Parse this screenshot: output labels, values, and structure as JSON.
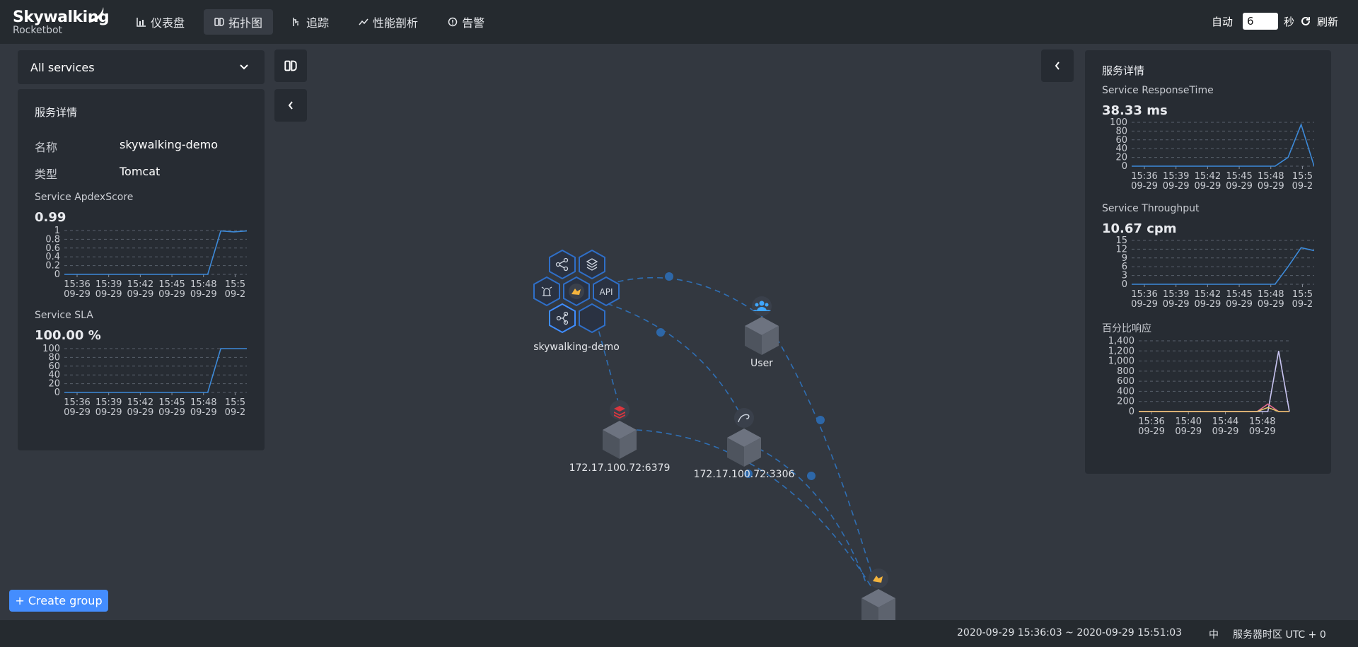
{
  "brand": {
    "name": "Skywalking",
    "sub": "Rocketbot"
  },
  "nav": [
    {
      "label": "仪表盘",
      "icon": "bar-chart-icon"
    },
    {
      "label": "拓扑图",
      "icon": "topology-icon"
    },
    {
      "label": "追踪",
      "icon": "trace-icon"
    },
    {
      "label": "性能剖析",
      "icon": "trend-icon"
    },
    {
      "label": "告警",
      "icon": "alarm-icon"
    }
  ],
  "header": {
    "auto": "自动",
    "interval": "6",
    "unit": "秒",
    "refresh": "刷新"
  },
  "selector": {
    "value": "All services"
  },
  "left": {
    "title": "服务详情",
    "name_key": "名称",
    "name_val": "skywalking-demo",
    "type_key": "类型",
    "type_val": "Tomcat",
    "apdex_title": "Service ApdexScore",
    "apdex_val": "0.99",
    "sla_title": "Service SLA",
    "sla_val": "100.00 %"
  },
  "right": {
    "title": "服务详情",
    "resp_title": "Service ResponseTime",
    "resp_val": "38.33 ms",
    "tp_title": "Service Throughput",
    "tp_val": "10.67 cpm",
    "pct_title": "百分比响应"
  },
  "topology": {
    "nodes": [
      "skywalking-demo",
      "User",
      "172.17.100.72:6379",
      "172.17.100.72:3306"
    ]
  },
  "footer": {
    "range": "2020-09-29 15:36:03 ~ 2020-09-29 15:51:03",
    "lang": "中",
    "tz": "服务器时区 UTC + 0"
  },
  "create_group": "+ Create group",
  "colors": {
    "line": "#3d8ad9",
    "accent": "#448dfe",
    "bg": "#333840",
    "panel": "#272c33"
  },
  "chart_data": [
    {
      "type": "line",
      "title": "Service ApdexScore",
      "ylim": [
        0,
        1
      ],
      "yticks": [
        "0",
        "0.2",
        "0.4",
        "0.6",
        "0.8",
        "1"
      ],
      "categories": [
        "15:36\n09-29",
        "15:39\n09-29",
        "15:42\n09-29",
        "15:45\n09-29",
        "15:48\n09-29",
        "15:5\n09-2"
      ],
      "values": [
        0,
        0,
        0,
        0,
        0,
        0,
        0,
        0,
        0,
        0,
        0,
        0,
        0.99,
        0.97,
        0.99
      ]
    },
    {
      "type": "line",
      "title": "Service SLA",
      "ylim": [
        0,
        100
      ],
      "yticks": [
        "0",
        "20",
        "40",
        "60",
        "80",
        "100"
      ],
      "categories": [
        "15:36\n09-29",
        "15:39\n09-29",
        "15:42\n09-29",
        "15:45\n09-29",
        "15:48\n09-29",
        "15:5\n09-2"
      ],
      "values": [
        0,
        0,
        0,
        0,
        0,
        0,
        0,
        0,
        0,
        0,
        0,
        0,
        100,
        100,
        100
      ]
    },
    {
      "type": "line",
      "title": "Service ResponseTime",
      "ylim": [
        0,
        100
      ],
      "yticks": [
        "0",
        "20",
        "40",
        "60",
        "80",
        "100"
      ],
      "categories": [
        "15:36\n09-29",
        "15:39\n09-29",
        "15:42\n09-29",
        "15:45\n09-29",
        "15:48\n09-29",
        "15:5\n09-2"
      ],
      "values": [
        0,
        0,
        0,
        0,
        0,
        0,
        0,
        0,
        0,
        0,
        0,
        0,
        20,
        95,
        0
      ]
    },
    {
      "type": "line",
      "title": "Service Throughput",
      "ylim": [
        0,
        15
      ],
      "yticks": [
        "0",
        "3",
        "6",
        "9",
        "12",
        "15"
      ],
      "categories": [
        "15:36\n09-29",
        "15:39\n09-29",
        "15:42\n09-29",
        "15:45\n09-29",
        "15:48\n09-29",
        "15:5\n09-2"
      ],
      "values": [
        0,
        0,
        0,
        0,
        0,
        0,
        0,
        0,
        0,
        0,
        0,
        0,
        6,
        12.5,
        11.5
      ]
    },
    {
      "type": "line",
      "title": "百分比响应",
      "ylim": [
        0,
        1400
      ],
      "yticks": [
        "0",
        "200",
        "400",
        "600",
        "800",
        "1,000",
        "1,200",
        "1,400"
      ],
      "categories": [
        "15:36\n09-29",
        "15:40\n09-29",
        "15:44\n09-29",
        "15:48\n09-29"
      ],
      "series": [
        {
          "values": [
            0,
            0,
            0,
            0,
            0,
            0,
            0,
            0,
            0,
            0,
            0,
            0,
            0,
            1200,
            0
          ],
          "color": "#c9c5f2"
        },
        {
          "values": [
            0,
            0,
            0,
            0,
            0,
            0,
            0,
            0,
            0,
            0,
            0,
            0,
            150,
            0,
            0
          ],
          "color": "#e36c8e"
        },
        {
          "values": [
            0,
            0,
            0,
            0,
            0,
            0,
            0,
            0,
            0,
            0,
            0,
            0,
            80,
            0,
            0
          ],
          "color": "#e9c46a"
        }
      ]
    }
  ]
}
